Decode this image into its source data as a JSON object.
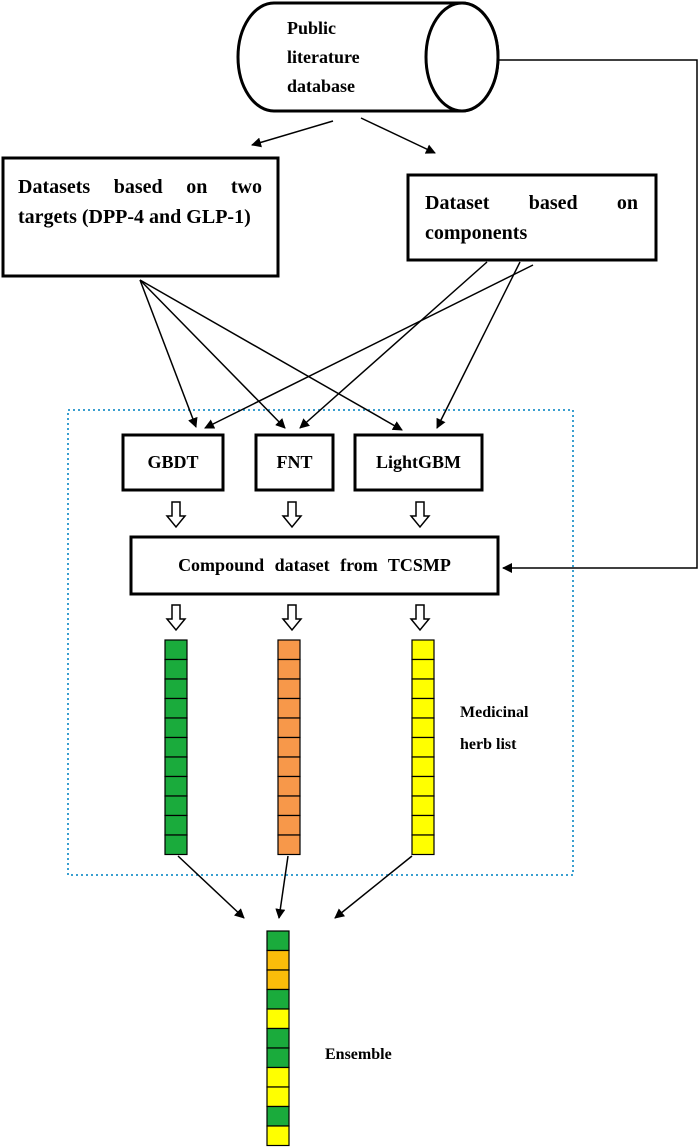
{
  "database": {
    "label_lines": [
      "Public",
      "literature",
      "database"
    ]
  },
  "datasets": {
    "targets": {
      "text": "Datasets based on two targets (DPP-4 and GLP-1)"
    },
    "components": {
      "text": "Dataset based on components"
    }
  },
  "models": [
    {
      "id": "gbdt",
      "label": "GBDT"
    },
    {
      "id": "fnt",
      "label": "FNT"
    },
    {
      "id": "lightgbm",
      "label": "LightGBM"
    }
  ],
  "compound_dataset": {
    "label": "Compound dataset from TCSMP"
  },
  "herb_lists": {
    "label_lines": [
      "Medicinal",
      "herb list"
    ],
    "columns": [
      {
        "model": "GBDT",
        "color": "#1aab3c",
        "cells": 11
      },
      {
        "model": "FNT",
        "color": "#f7984a",
        "cells": 11
      },
      {
        "model": "LightGBM",
        "color": "#ffff00",
        "cells": 11
      }
    ]
  },
  "ensemble": {
    "label": "Ensemble",
    "cell_colors": [
      "#1aab3c",
      "#fbbd0a",
      "#fbbd0a",
      "#1aab3c",
      "#ffff00",
      "#1aab3c",
      "#1aab3c",
      "#ffff00",
      "#ffff00",
      "#1aab3c",
      "#ffff00"
    ]
  },
  "colors": {
    "dotted_border": "#3a9fd0",
    "stroke": "#000000"
  }
}
